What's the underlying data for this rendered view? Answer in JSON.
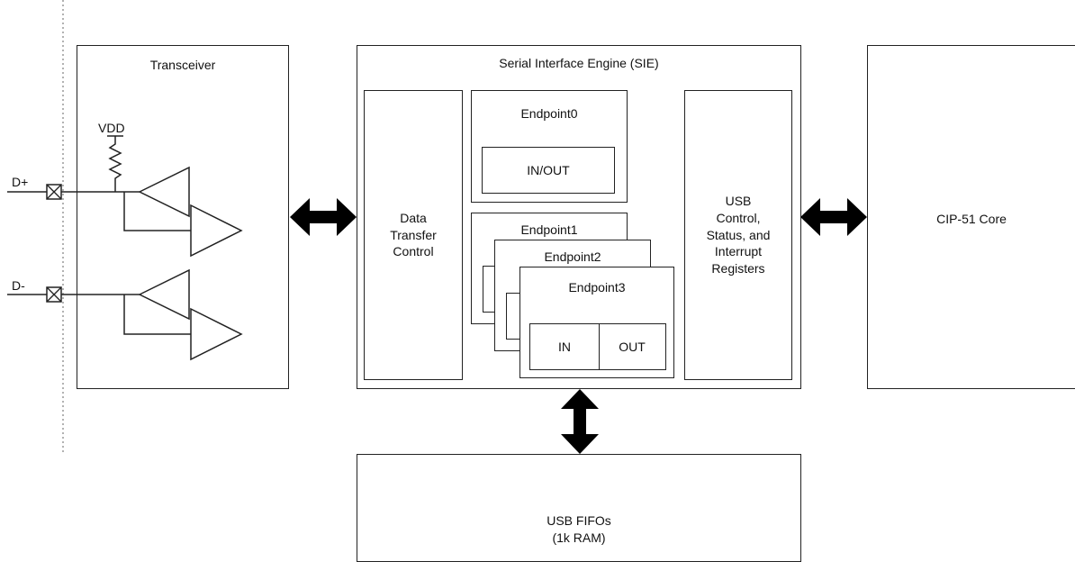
{
  "transceiver": {
    "title": "Transceiver",
    "vdd": "VDD",
    "pins": {
      "dplus": "D+",
      "dminus": "D-"
    }
  },
  "sie": {
    "title": "Serial Interface Engine (SIE)",
    "data_transfer_control": "Data\nTransfer\nControl",
    "endpoint0": {
      "title": "Endpoint0",
      "io": "IN/OUT"
    },
    "endpoint1": {
      "title": "Endpoint1"
    },
    "endpoint2": {
      "title": "Endpoint2"
    },
    "endpoint3": {
      "title": "Endpoint3",
      "in": "IN",
      "out": "OUT"
    },
    "usb_control": "USB\nControl,\nStatus, and\nInterrupt\nRegisters"
  },
  "core": {
    "title": "CIP-51 Core"
  },
  "fifo": {
    "title": "USB FIFOs\n(1k RAM)"
  },
  "icons": [
    "double-arrow-icon",
    "pin-x-icon",
    "resistor-icon",
    "buffer-triangle-icon"
  ]
}
